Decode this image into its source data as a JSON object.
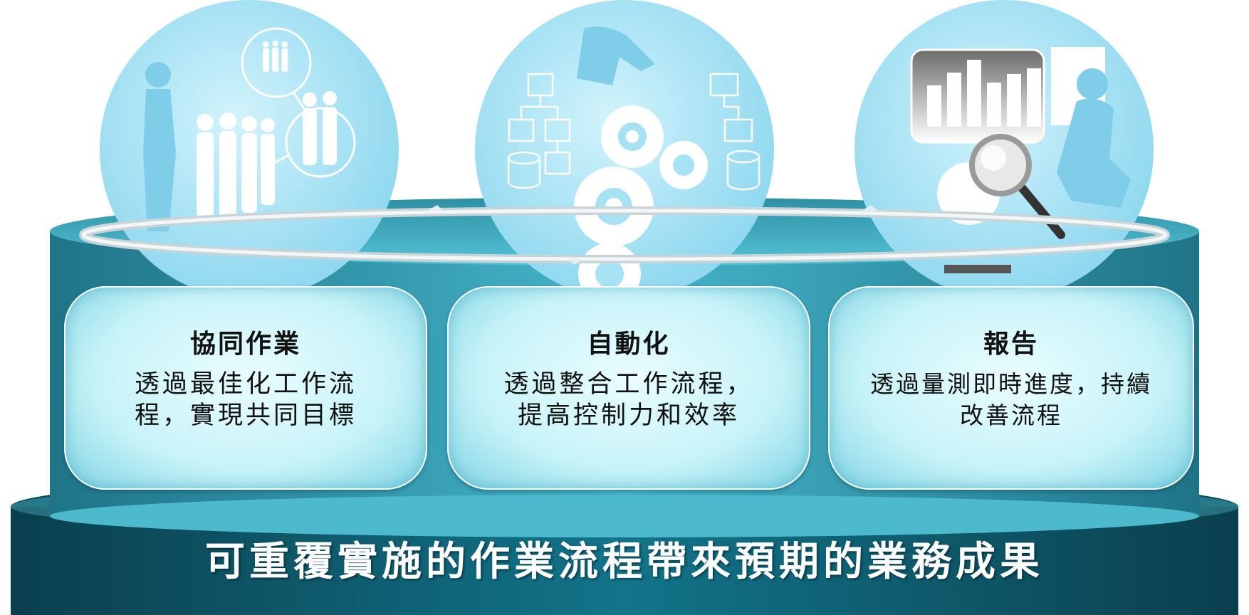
{
  "columns": [
    {
      "title": "協同作業",
      "body_lines": [
        "透過最佳化工作流",
        "程，實現共同目標"
      ],
      "illustration": "collaboration-people-icon"
    },
    {
      "title": "自動化",
      "body_lines": [
        "透過整合工作流程，",
        "提高控制力和效率"
      ],
      "illustration": "workflow-gears-icon"
    },
    {
      "title": "報告",
      "body_lines": [
        "透過量測即時進度，持續",
        "改善流程"
      ],
      "illustration": "report-chart-magnifier-icon"
    }
  ],
  "banner": "可重覆實施的作業流程帶來預期的業務成果",
  "colors": {
    "banner_dark": "#0b4f5f",
    "platform_teal": "#3fb0c6",
    "circle_light": "#a6e2f4",
    "panel_light": "#d5f7fb"
  }
}
